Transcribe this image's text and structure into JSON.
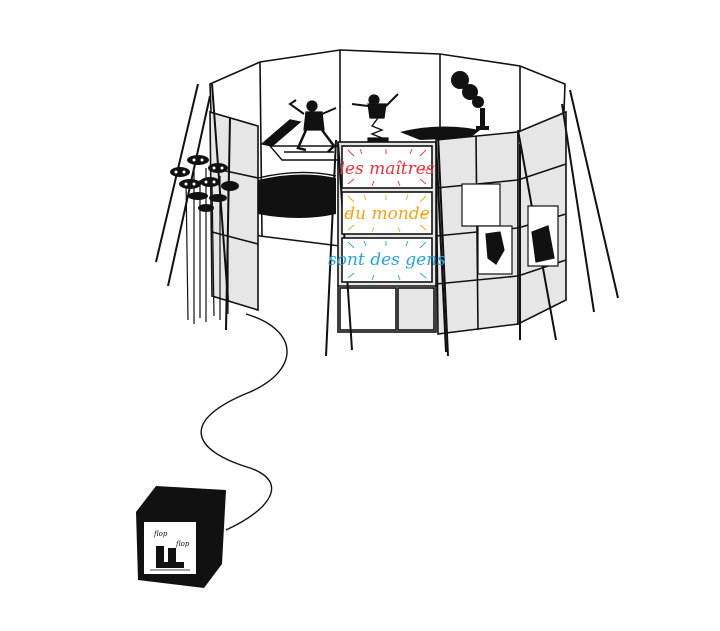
{
  "banner": {
    "line1": "les maîtres",
    "line2": "du monde",
    "line3": "sont des gens"
  },
  "box": {
    "text_left": "flop",
    "text_right": "flop"
  },
  "colors": {
    "line1": "#e8323c",
    "line2": "#f3a417",
    "line3": "#25a4dd",
    "panel_fill": "#e6e6e6",
    "stroke": "#111111"
  }
}
